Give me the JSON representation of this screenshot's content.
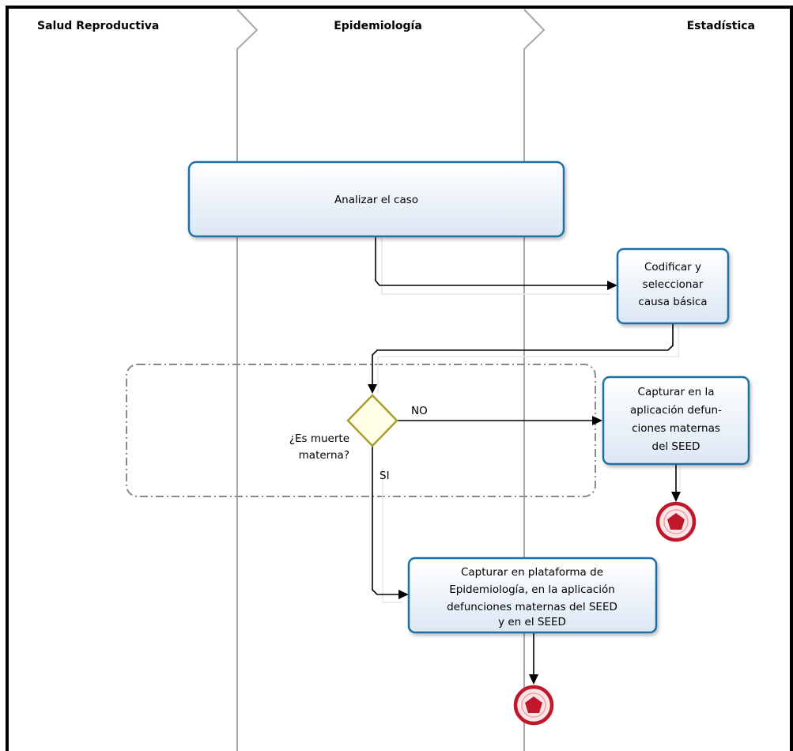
{
  "lanes": {
    "salud": "Salud Reproductiva",
    "epidemiologia": "Epidemiología",
    "estadistica": "Estadística"
  },
  "tasks": {
    "analizar": "Analizar el caso",
    "codificar": [
      "Codificar y",
      "seleccionar",
      "causa básica"
    ],
    "capturar_aplicacion": [
      "Capturar en la",
      "aplicación defun-",
      "ciones maternas",
      "del SEED"
    ],
    "capturar_plataforma": [
      "Capturar en plataforma de",
      "Epidemiología, en la aplicación",
      "defunciones maternas del SEED",
      "y en el SEED"
    ]
  },
  "gateway": {
    "question": [
      "¿Es muerte",
      "materna?"
    ],
    "no_label": "NO",
    "si_label": "SI"
  },
  "colors": {
    "task_stroke": "#1f6fa8",
    "task_fill_top": "#ffffff",
    "task_fill_bottom": "#dfe9f5",
    "gateway_stroke": "#a7a02a",
    "gateway_fill": "#fffde8",
    "end_stroke": "#c0182a",
    "end_fill": "#c0182a",
    "lane_line": "#a8a8a8"
  }
}
